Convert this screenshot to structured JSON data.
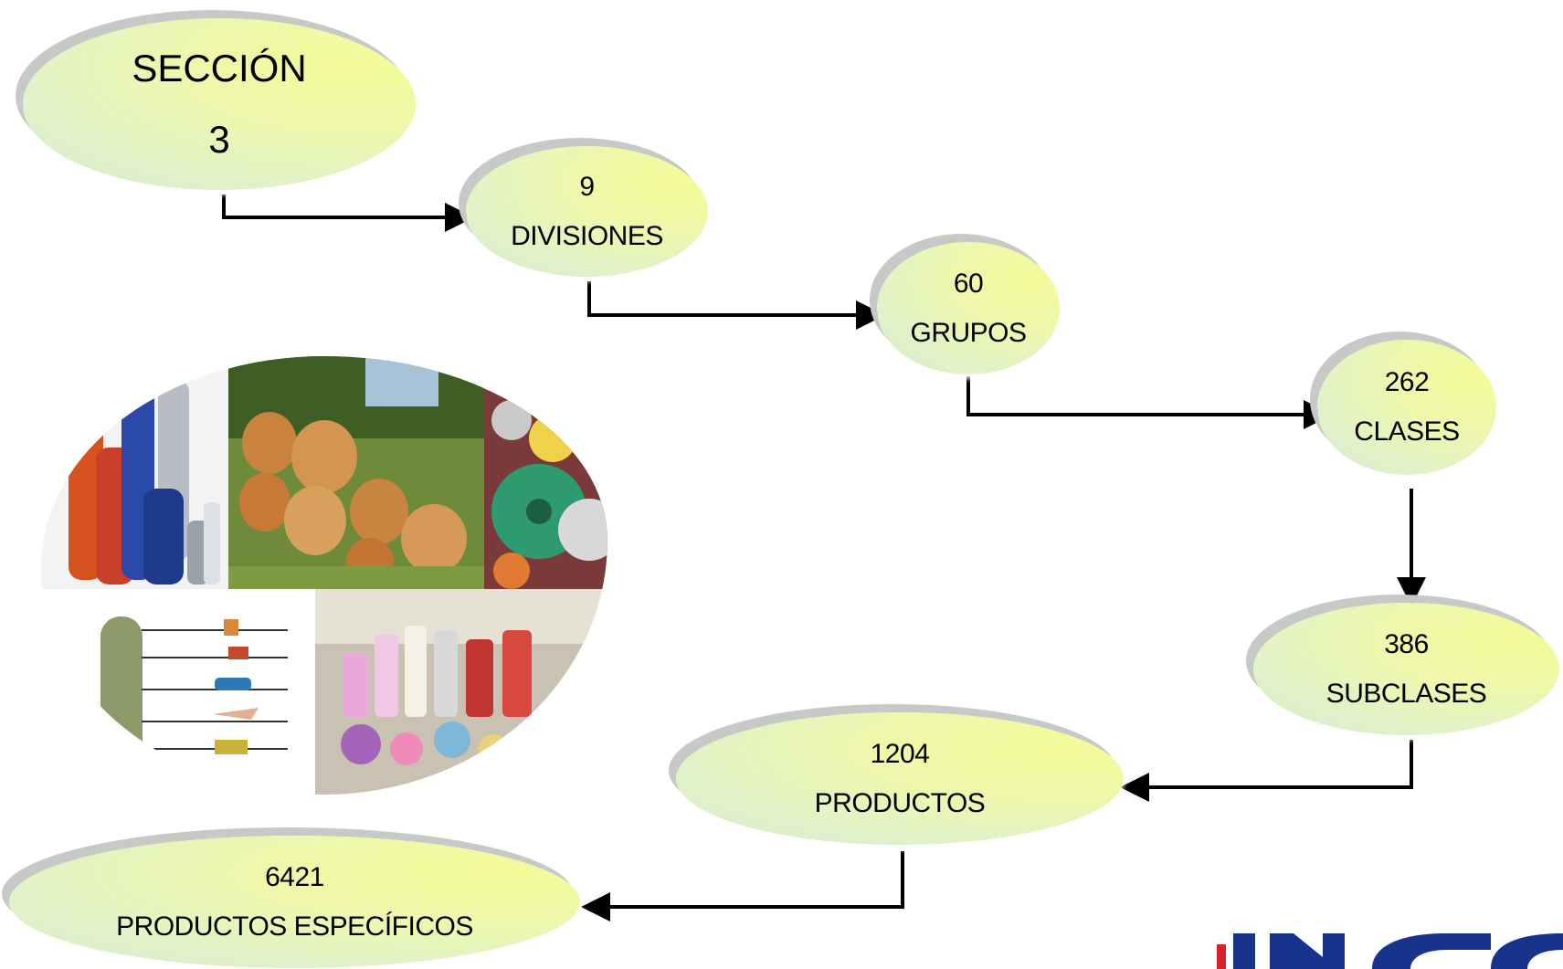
{
  "nodes": {
    "seccion": {
      "label": "SECCIÓN",
      "count": "3"
    },
    "divisiones": {
      "count": "9",
      "label": "DIVISIONES"
    },
    "grupos": {
      "count": "60",
      "label": "GRUPOS"
    },
    "clases": {
      "count": "262",
      "label": "CLASES"
    },
    "subclases": {
      "count": "386",
      "label": "SUBCLASES"
    },
    "productos": {
      "count": "1204",
      "label": "PRODUCTOS"
    },
    "productos_especificos": {
      "count": "6421",
      "label": "PRODUCTOS ESPECÍFICOS"
    }
  },
  "edges": [
    {
      "from": "seccion",
      "to": "divisiones"
    },
    {
      "from": "divisiones",
      "to": "grupos"
    },
    {
      "from": "grupos",
      "to": "clases"
    },
    {
      "from": "clases",
      "to": "subclases"
    },
    {
      "from": "subclases",
      "to": "productos"
    },
    {
      "from": "productos",
      "to": "productos_especificos"
    }
  ],
  "colors": {
    "node_fill_light": "#f4fb98",
    "node_fill_edge": "#d5ecd5",
    "node_shadow": "#c7c9c7",
    "arrow": "#000000",
    "logo_red": "#d8232a",
    "logo_blue": "#16348c"
  },
  "photo_collage": {
    "panels": [
      "gas-cylinders",
      "timber-logs",
      "grinding-discs",
      "petroleum-distillation-chart",
      "perfume-bottles"
    ]
  }
}
